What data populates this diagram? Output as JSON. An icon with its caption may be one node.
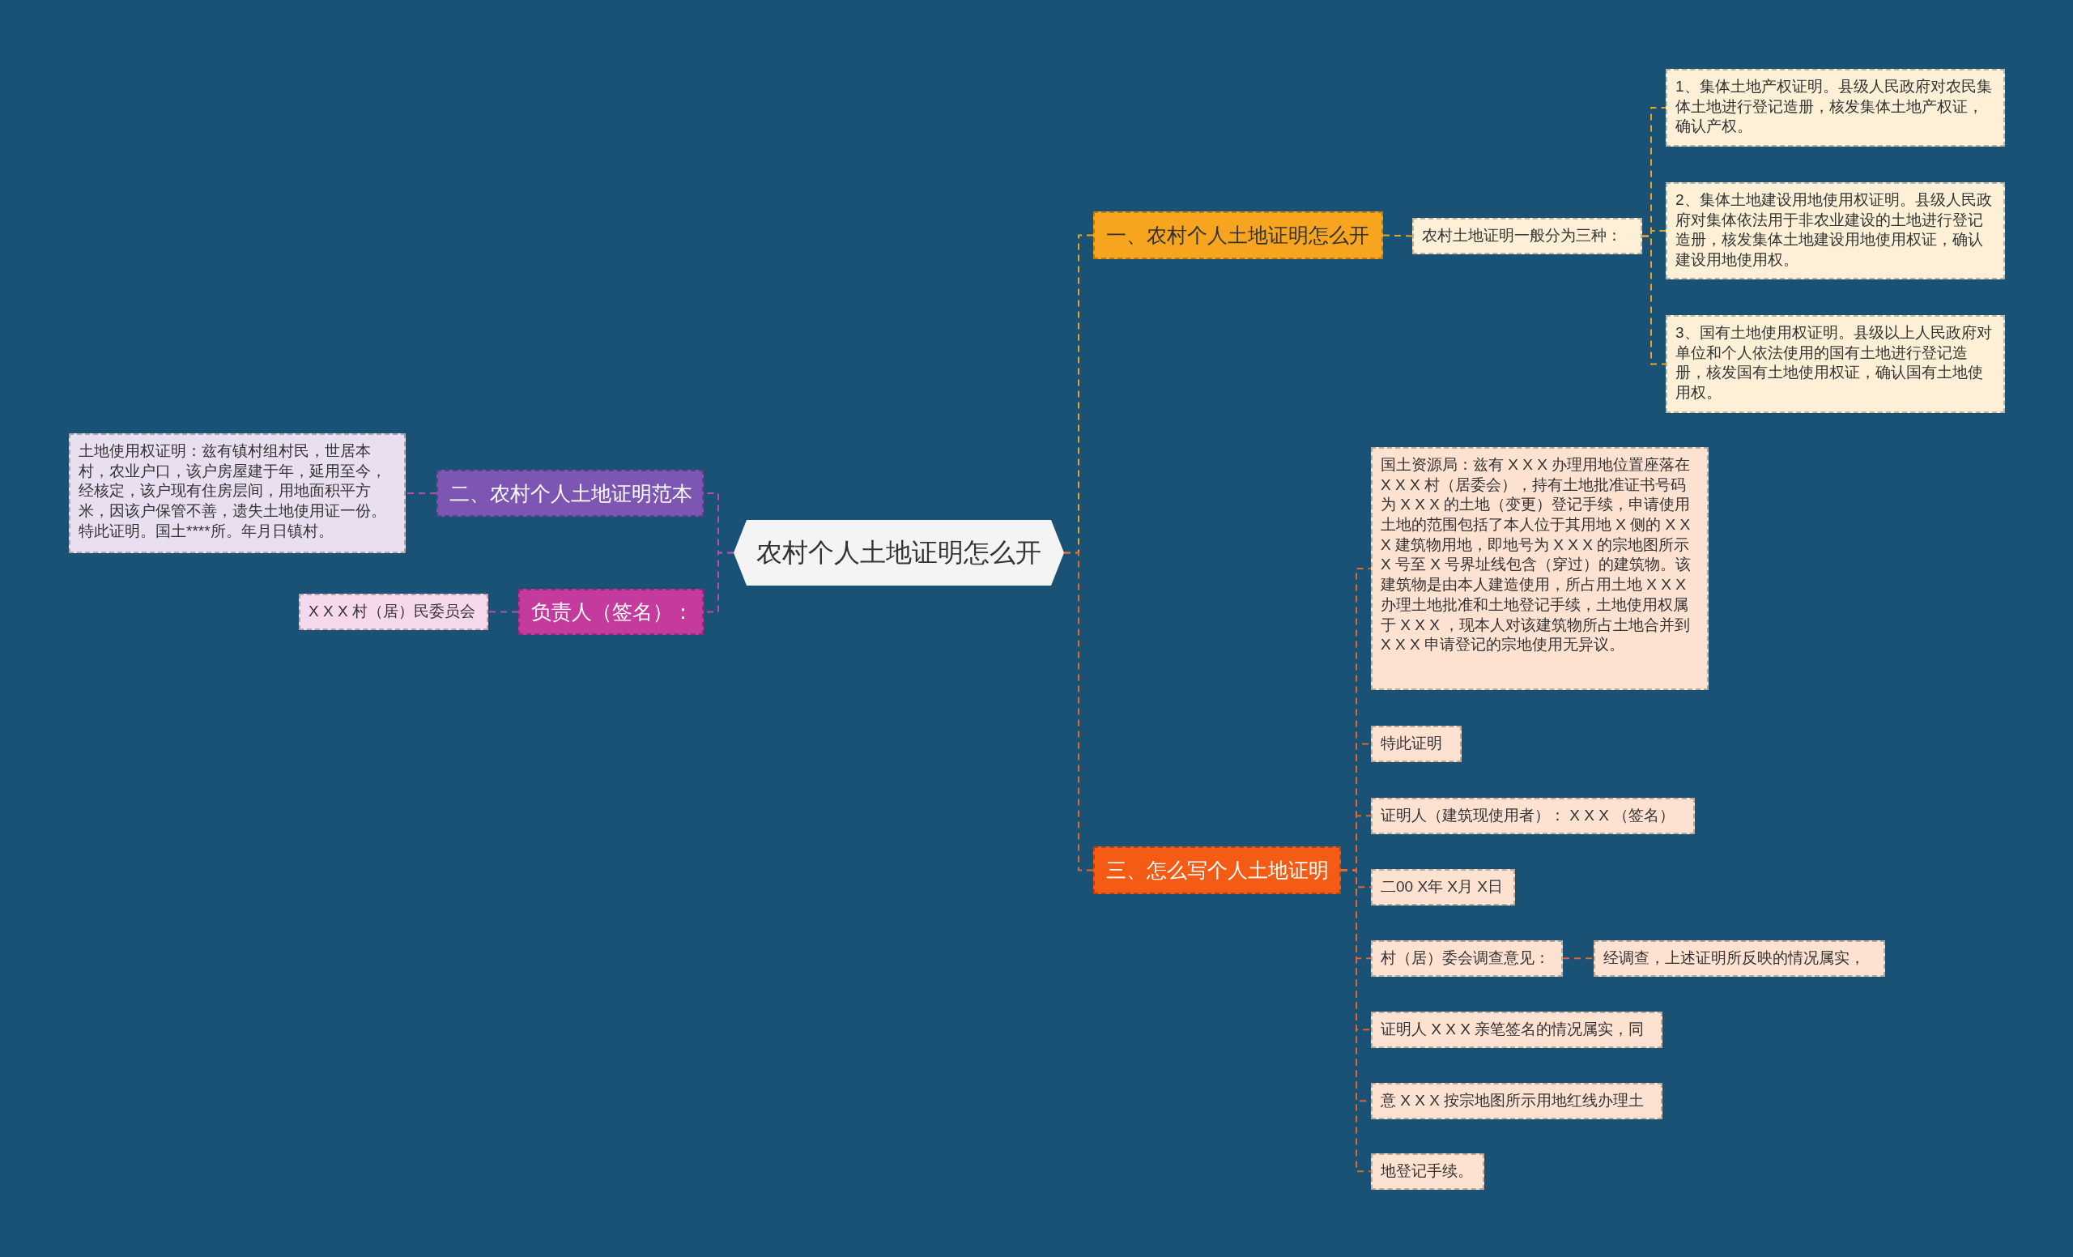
{
  "diagram": {
    "nodes": [
      {
        "text": [
          "农村个人土地证明怎么开"
        ]
      },
      {
        "text": [
          "一、农村个人土地证明怎么开"
        ]
      },
      {
        "text": [
          "农村土地证明一般分为三种："
        ]
      },
      {
        "text": [
          "1、集体土地产权证明。县级人民政府对农民集体土地进行登记造册，核发集体土地产权证，确认产权。"
        ]
      },
      {
        "text": [
          "2、集体土地建设用地使用权证明。县级人民政府对集体依法用于非农业建设的土地进行登记造册，核发集体土地建设用地使用权证，确认建设用地使用权。"
        ]
      },
      {
        "text": [
          "3、国有土地使用权证明。县级以上人民政府对单位和个人依法使用的国有土地进行登记造册，核发国有土地使用权证，确认国有土地使用权。"
        ]
      },
      {
        "text": [
          "二、农村个人土地证明范本"
        ]
      },
      {
        "text": [
          "土地使用权证明：兹有镇村组村民，世居本村，农业户口，该户房屋建于年，延用至今，经核定，该户现有住房层间，用地面积平方米，因该户保管不善，遗失土地使用证一份。特此证明。国土****所。年月日镇村。"
        ]
      },
      {
        "text": [
          "负责人（签名）："
        ]
      },
      {
        "text": [
          "X X X 村（居）民委员会"
        ]
      },
      {
        "text": [
          "三、怎么写个人土地证明"
        ]
      },
      {
        "text": [
          "国土资源局：兹有 X X X 办理用地位置座落在 X X X 村（居委会），持有土地批准证书号码为 X X X 的土地（变更）登记手续，申请使用土地的范围包括了本人位于其用地 X 侧的 X X X 建筑物用地，即地号为 X X X 的宗地图所示 X 号至 X 号界址线包含（穿过）的建筑物。该建筑物是由本人建造使用，所占用土地 X X X 办理土地批准和土地登记手续，土地使用权属于 X X X ，现本人对该建筑物所占土地合并到 X X X 申请登记的宗地使用无异议。"
        ]
      },
      {
        "text": [
          "特此证明"
        ]
      },
      {
        "text": [
          "证明人（建筑现使用者）： X X X （签名）"
        ]
      },
      {
        "text": [
          "二00 X年 X月 X日"
        ]
      },
      {
        "text": [
          "村（居）委会调查意见："
        ]
      },
      {
        "text": [
          "经调查，上述证明所反映的情况属实，"
        ]
      },
      {
        "text": [
          "证明人 X X X 亲笔签名的情况属实，同"
        ]
      },
      {
        "text": [
          "意 X X X 按宗地图所示用地红线办理土"
        ]
      },
      {
        "text": [
          "地登记手续。"
        ]
      }
    ],
    "edges": [
      {
        "from": 0,
        "to": 1,
        "arrow": "none",
        "style": "dashed",
        "color": "#f0a020"
      },
      {
        "from": 1,
        "to": 2,
        "arrow": "none",
        "style": "dashed",
        "color": "#f0a020"
      },
      {
        "from": 2,
        "to": 3,
        "arrow": "none",
        "style": "dashed",
        "color": "#f0a020"
      },
      {
        "from": 2,
        "to": 4,
        "arrow": "none",
        "style": "dashed",
        "color": "#f0a020"
      },
      {
        "from": 2,
        "to": 5,
        "arrow": "none",
        "style": "dashed",
        "color": "#f0a020"
      },
      {
        "from": 0,
        "to": 6,
        "arrow": "none",
        "style": "dashed",
        "color": "#b44fae"
      },
      {
        "from": 6,
        "to": 7,
        "arrow": "none",
        "style": "dashed",
        "color": "#b44fae"
      },
      {
        "from": 0,
        "to": 8,
        "arrow": "none",
        "style": "dashed",
        "color": "#b44fae"
      },
      {
        "from": 8,
        "to": 9,
        "arrow": "none",
        "style": "dashed",
        "color": "#b44fae"
      },
      {
        "from": 0,
        "to": 10,
        "arrow": "none",
        "style": "dashed",
        "color": "#e8642a"
      },
      {
        "from": 10,
        "to": 11,
        "arrow": "none",
        "style": "dashed",
        "color": "#e8642a"
      },
      {
        "from": 10,
        "to": 12,
        "arrow": "none",
        "style": "dashed",
        "color": "#e8642a"
      },
      {
        "from": 10,
        "to": 13,
        "arrow": "none",
        "style": "dashed",
        "color": "#e8642a"
      },
      {
        "from": 10,
        "to": 14,
        "arrow": "none",
        "style": "dashed",
        "color": "#e8642a"
      },
      {
        "from": 10,
        "to": 15,
        "arrow": "none",
        "style": "dashed",
        "color": "#e8642a"
      },
      {
        "from": 15,
        "to": 16,
        "arrow": "none",
        "style": "dashed",
        "color": "#e8642a"
      },
      {
        "from": 10,
        "to": 17,
        "arrow": "none",
        "style": "dashed",
        "color": "#e8642a"
      },
      {
        "from": 10,
        "to": 18,
        "arrow": "none",
        "style": "dashed",
        "color": "#e8642a"
      },
      {
        "from": 10,
        "to": 19,
        "arrow": "none",
        "style": "dashed",
        "color": "#e8642a"
      }
    ]
  }
}
